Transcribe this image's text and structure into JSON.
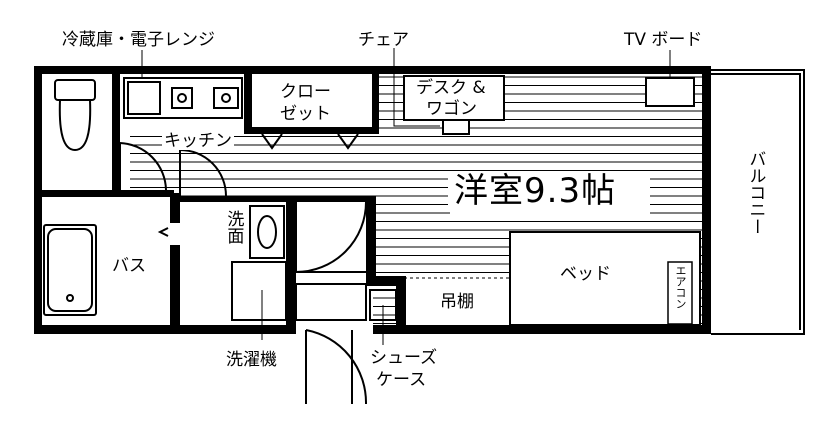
{
  "annotations": {
    "fridge_range": "冷蔵庫・電子レンジ",
    "chair": "チェア",
    "tv_board": "TV ボード",
    "washing_machine": "洗濯機",
    "shoe_case_line1": "シューズ",
    "shoe_case_line2": "ケース"
  },
  "rooms": {
    "closet_line1": "クロー",
    "closet_line2": "ゼット",
    "desk_line1": "デスク &",
    "desk_line2": "ワゴン",
    "kitchen": "キッチン",
    "western_room": "洋室9.3帖",
    "balcony": "バルコニー",
    "washroom": "洗面",
    "bath": "バス",
    "bed": "ベッド",
    "hanging_shelf": "吊棚",
    "aircon": "エアコン"
  }
}
